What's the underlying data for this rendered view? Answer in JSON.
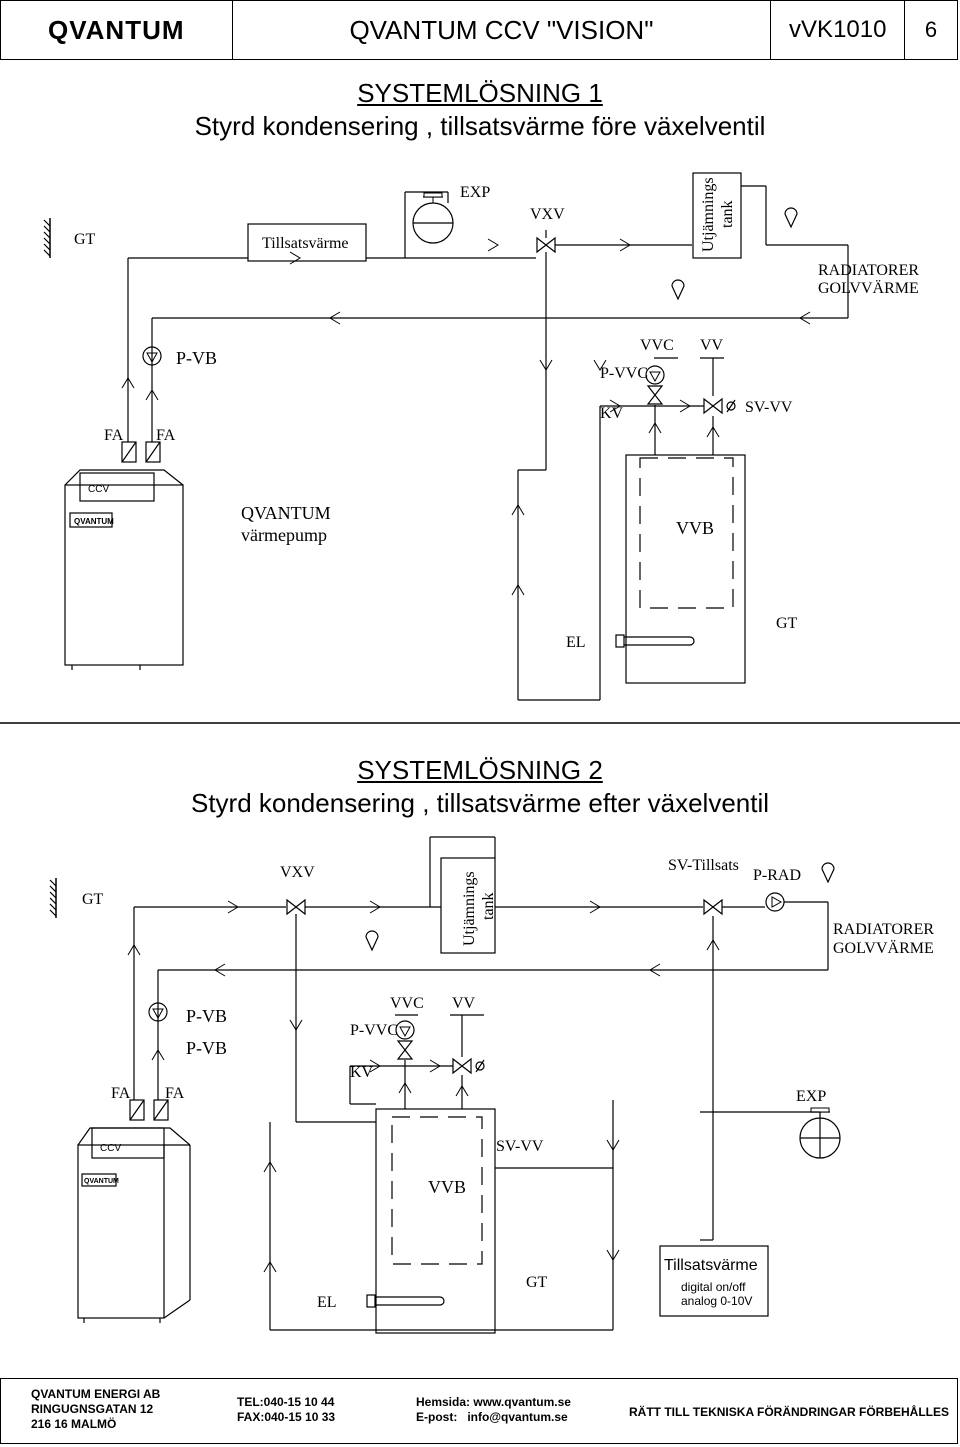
{
  "header": {
    "logo": "QVANTUM",
    "title": "QVANTUM CCV \"VISION\"",
    "doc_code": "vVK1010",
    "page_number": "6"
  },
  "system1": {
    "title": "SYSTEMLÖSNING 1",
    "subtitle": "Styrd kondensering , tillsatsvärme före växelventil",
    "labels": {
      "gt_left": "GT",
      "tillsatsvarme": "Tillsatsvärme",
      "exp": "EXP",
      "vxv": "VXV",
      "utjamnings": "Utjämnings",
      "tank": "tank",
      "radiatorer": "RADIATORER",
      "golvvarme": "GOLVVÄRME",
      "pvb": "P-VB",
      "vvc": "VVC",
      "vv": "VV",
      "pvvc": "P-VVC",
      "kv": "KV",
      "svvv": "SV-VV",
      "fa1": "FA",
      "fa2": "FA",
      "ccv": "CCV",
      "brand": "QVANTUM",
      "qvantum": "QVANTUM",
      "varmepump": "värmepump",
      "vvb": "VVB",
      "el": "EL",
      "gt_tank": "GT"
    }
  },
  "system2": {
    "title": "SYSTEMLÖSNING 2",
    "subtitle": "Styrd kondensering , tillsatsvärme efter växelventil",
    "labels": {
      "gt_left": "GT",
      "vxv": "VXV",
      "utjamnings": "Utjämnings",
      "tank": "tank",
      "sv_tillsats": "SV-Tillsats",
      "prad": "P-RAD",
      "radiatorer": "RADIATORER",
      "golvvarme": "GOLVVÄRME",
      "pvb1": "P-VB",
      "pvb2": "P-VB",
      "vvc": "VVC",
      "vv": "VV",
      "pvvc": "P-VVC",
      "kv": "KV",
      "fa1": "FA",
      "fa2": "FA",
      "exp": "EXP",
      "ccv": "CCV",
      "brand": "QVANTUM",
      "svvv": "SV-VV",
      "vvb": "VVB",
      "el": "EL",
      "gt_tank": "GT",
      "tillsatsvarme": "Tillsatsvärme",
      "digital": "digital on/off",
      "analog": "analog 0-10V"
    }
  },
  "footer": {
    "company": "QVANTUM ENERGI AB",
    "street": "RINGUGNSGATAN 12",
    "city": "216 16  MALMÖ",
    "tel": "TEL:040-15 10 44",
    "fax": "FAX:040-15 10 33",
    "web_label": "Hemsida:",
    "web": "www.qvantum.se",
    "mail_label": "E-post:",
    "mail": "info@qvantum.se",
    "rights": "RÄTT TILL TEKNISKA FÖRÄNDRINGAR FÖRBEHÅLLES"
  }
}
